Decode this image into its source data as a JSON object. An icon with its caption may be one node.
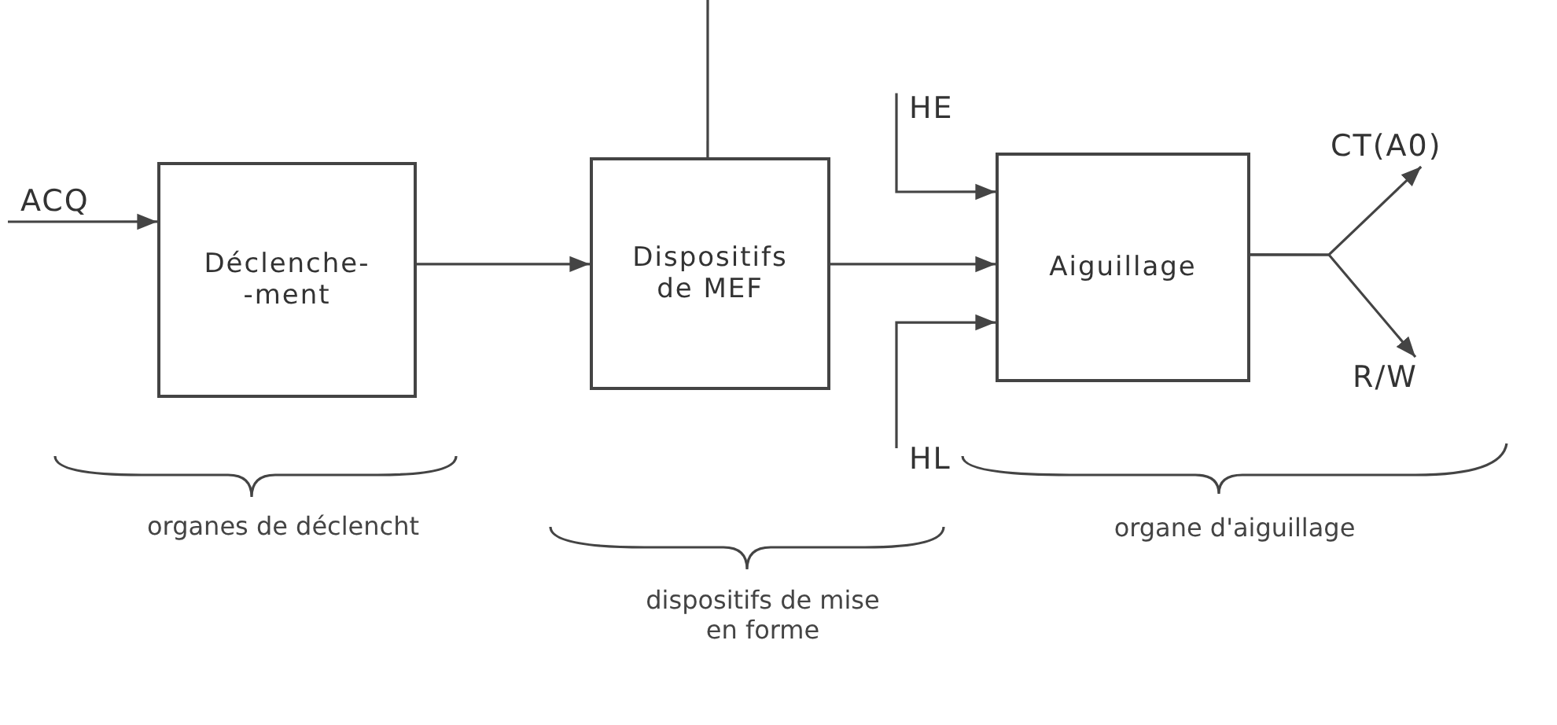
{
  "diagram": {
    "nodes": [
      {
        "text": [
          "ACQ"
        ]
      },
      {
        "text": [
          "Déclenche- -ment"
        ]
      },
      {
        "text": [
          "Dispositifs de MEF"
        ]
      },
      {
        "text": [
          "HE"
        ]
      },
      {
        "text": [
          "Aiguillage"
        ]
      },
      {
        "text": [
          "HL"
        ]
      },
      {
        "text": [
          "CT(A0)"
        ]
      },
      {
        "text": [
          "R/W"
        ]
      }
    ],
    "edges": [
      {
        "from": 0,
        "to": 1,
        "arrow": "to"
      },
      {
        "from": 1,
        "to": 2,
        "arrow": "to"
      },
      {
        "from": null,
        "to": 2,
        "arrow": "none"
      },
      {
        "from": 2,
        "to": 4,
        "arrow": "to"
      },
      {
        "from": 3,
        "to": 4,
        "arrow": "to"
      },
      {
        "from": 5,
        "to": 4,
        "arrow": "to"
      },
      {
        "from": 4,
        "to": 6,
        "arrow": "to"
      },
      {
        "from": 4,
        "to": 7,
        "arrow": "to"
      }
    ],
    "labels": [
      "organes de déclencht",
      "dispositifs de mise en forme",
      "organe d'aiguillage"
    ]
  }
}
